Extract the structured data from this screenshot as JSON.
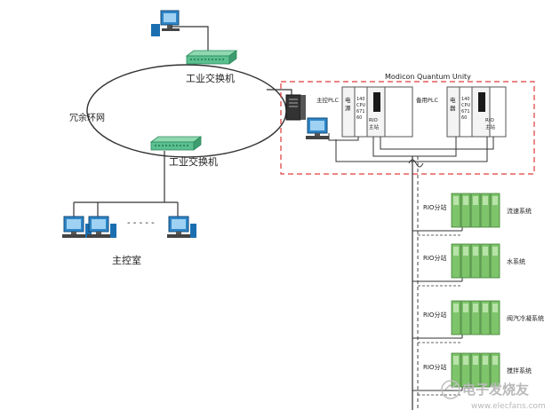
{
  "labels": {
    "switch_top": "工业交换机",
    "switch_bottom": "工业交换机",
    "ring": "冗余环网",
    "control_room": "主控室",
    "modicon_title": "Modicon Quantum Unity",
    "main_plc": "主控PLC",
    "backup_plc": "备用PLC"
  },
  "plc_main": {
    "power": [
      "电",
      "源"
    ],
    "cpu": [
      "140",
      "CPU",
      "671",
      "60"
    ],
    "rio": [
      "RIO",
      "主站"
    ]
  },
  "plc_backup": {
    "power": [
      "电",
      "器"
    ],
    "cpu": [
      "140",
      "CPU",
      "671",
      "60"
    ],
    "rio": [
      "RIO",
      "主站"
    ]
  },
  "rio_stations": [
    {
      "label": "RIO分站",
      "system": "流速系统"
    },
    {
      "label": "RIO分站",
      "system": "水系统"
    },
    {
      "label": "RIO分站",
      "system": "阀汽冷凝系统"
    },
    {
      "label": "RIO分站",
      "system": "搅拌系统"
    }
  ],
  "dashes": "- - - - -",
  "watermark": "电子发烧友",
  "watermark_url": "www.elecfans.com",
  "colors": {
    "ring": "#333333",
    "dashed_box": "#e03a3a",
    "switch": "#5bbf8f",
    "module": "#7ec46b",
    "pc_screen": "#2f86c8"
  }
}
